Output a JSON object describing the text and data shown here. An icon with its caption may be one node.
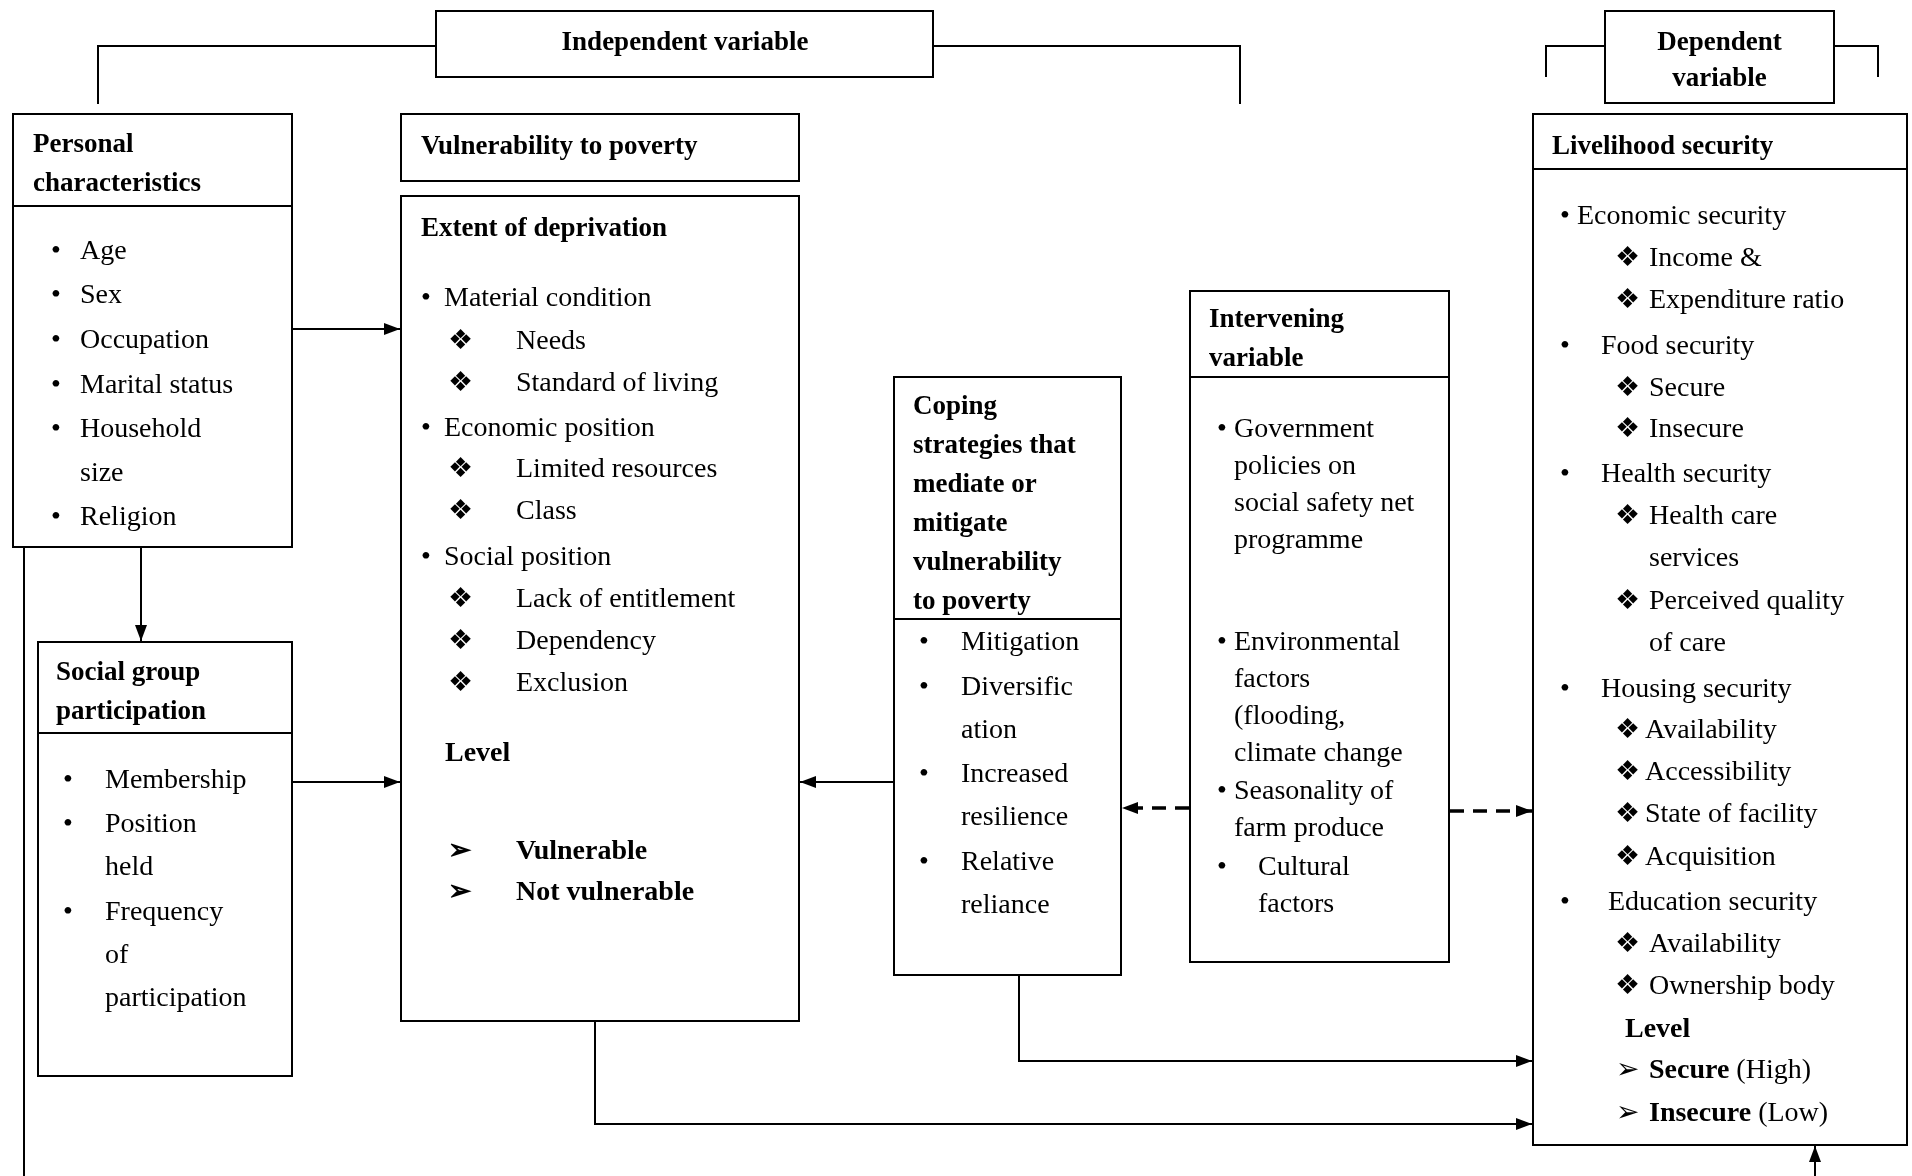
{
  "diagram": {
    "nodes": [
      {
        "text": [
          "Independent variable"
        ]
      },
      {
        "text": [
          "Dependent variable"
        ]
      },
      {
        "text": [
          "Personal characteristics",
          "• Age",
          "• Sex",
          "• Occupation",
          "• Marital status",
          "• Household size",
          "• Religion"
        ]
      },
      {
        "text": [
          "Vulnerability to poverty"
        ]
      },
      {
        "text": [
          "Extent of deprivation",
          "• Material condition",
          "❖ Needs",
          "❖ Standard of living",
          "• Economic position",
          "❖ Limited resources",
          "❖ Class",
          "• Social position",
          "❖ Lack of entitlement",
          "❖ Dependency",
          "❖ Exclusion",
          "Level",
          "➢ Vulnerable",
          "➢ Not vulnerable"
        ]
      },
      {
        "text": [
          "Social group participation",
          "• Membership",
          "• Position held",
          "• Frequency of participation"
        ]
      },
      {
        "text": [
          "Coping strategies that mediate or mitigate vulnerability to poverty",
          "• Mitigation",
          "• Diversification",
          "• Increased resilience",
          "• Relative reliance"
        ]
      },
      {
        "text": [
          "Intervening variable",
          "• Government policies on social safety net programme",
          "• Environmental factors (flooding, climate change",
          "• Seasonality of farm produce",
          "• Cultural factors"
        ]
      },
      {
        "text": [
          "Livelihood security",
          "• Economic security",
          "❖ Income &",
          "❖ Expenditure ratio",
          "• Food security",
          "❖ Secure",
          "❖ Insecure",
          "• Health security",
          "❖ Health care services",
          "❖ Perceived quality of care",
          "• Housing security",
          "❖ Availability",
          "❖ Accessibility",
          "❖ State of facility",
          "❖ Acquisition",
          "• Education security",
          "❖ Availability",
          "❖ Ownership body",
          "Level",
          "➢ **Secure** (High)",
          "➢ **Insecure** (Low)"
        ]
      }
    ],
    "edges": [
      {
        "from": 2,
        "to": 4,
        "arrow": "to"
      },
      {
        "from": 2,
        "to": 5,
        "arrow": "to"
      },
      {
        "from": 5,
        "to": 4,
        "arrow": "to"
      },
      {
        "from": 6,
        "to": 4,
        "arrow": "to"
      },
      {
        "from": 7,
        "to": 6,
        "arrow": "to",
        "style": "dashed"
      },
      {
        "from": 7,
        "to": 8,
        "arrow": "to",
        "style": "dashed"
      },
      {
        "from": 4,
        "to": 8,
        "arrow": "to"
      },
      {
        "from": 6,
        "to": 8,
        "arrow": "to"
      },
      {
        "from": 2,
        "to": null,
        "arrow": "none"
      },
      {
        "from": null,
        "to": 8,
        "arrow": "to"
      }
    ]
  }
}
